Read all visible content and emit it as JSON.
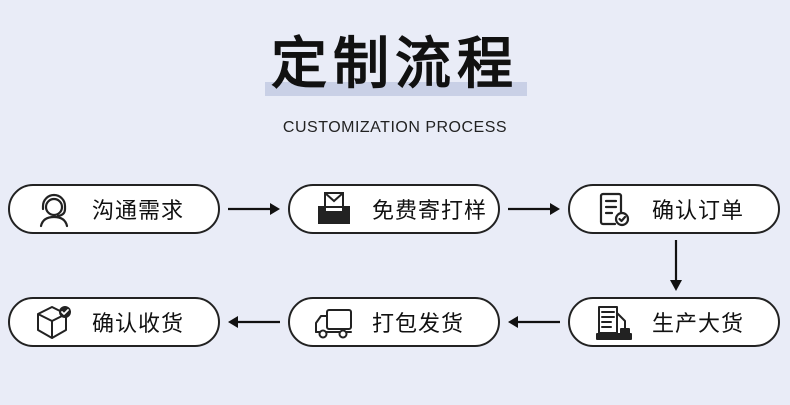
{
  "title": "定制流程",
  "subtitle": "CUSTOMIZATION PROCESS",
  "steps": [
    {
      "label": "沟通需求",
      "icon": "headset-icon"
    },
    {
      "label": "免费寄打样",
      "icon": "envelope-tray-icon"
    },
    {
      "label": "确认订单",
      "icon": "document-check-icon"
    },
    {
      "label": "生产大货",
      "icon": "machine-icon"
    },
    {
      "label": "打包发货",
      "icon": "truck-icon"
    },
    {
      "label": "确认收货",
      "icon": "box-check-icon"
    }
  ],
  "colors": {
    "background": "#e9ecf7",
    "border": "#222222",
    "highlight": "#c9d0e6"
  }
}
